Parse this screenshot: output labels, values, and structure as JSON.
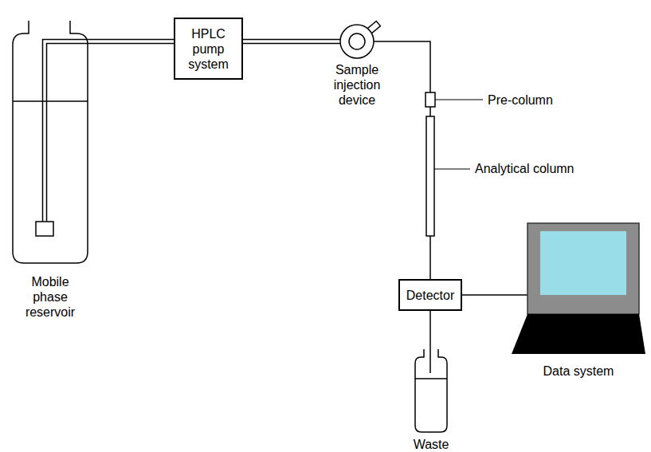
{
  "diagram": {
    "nodes": [
      {
        "text": [
          "Mobile phase reservoir"
        ]
      },
      {
        "text": [
          "HPLC pump system"
        ]
      },
      {
        "text": [
          "Sample injection device"
        ]
      },
      {
        "text": [
          "Detector"
        ]
      },
      {
        "text": [
          "Waste"
        ]
      },
      {
        "text": [
          "Data system"
        ]
      }
    ],
    "edges": [
      {
        "from": 0,
        "to": 1,
        "arrow": "none"
      },
      {
        "from": 1,
        "to": 2,
        "arrow": "none"
      },
      {
        "from": 2,
        "to": 3,
        "arrow": "none"
      },
      {
        "from": 3,
        "to": 4,
        "arrow": "none"
      },
      {
        "from": 3,
        "to": 5,
        "arrow": "none"
      }
    ],
    "labels": [
      "Pre-column",
      "Analytical column"
    ]
  }
}
